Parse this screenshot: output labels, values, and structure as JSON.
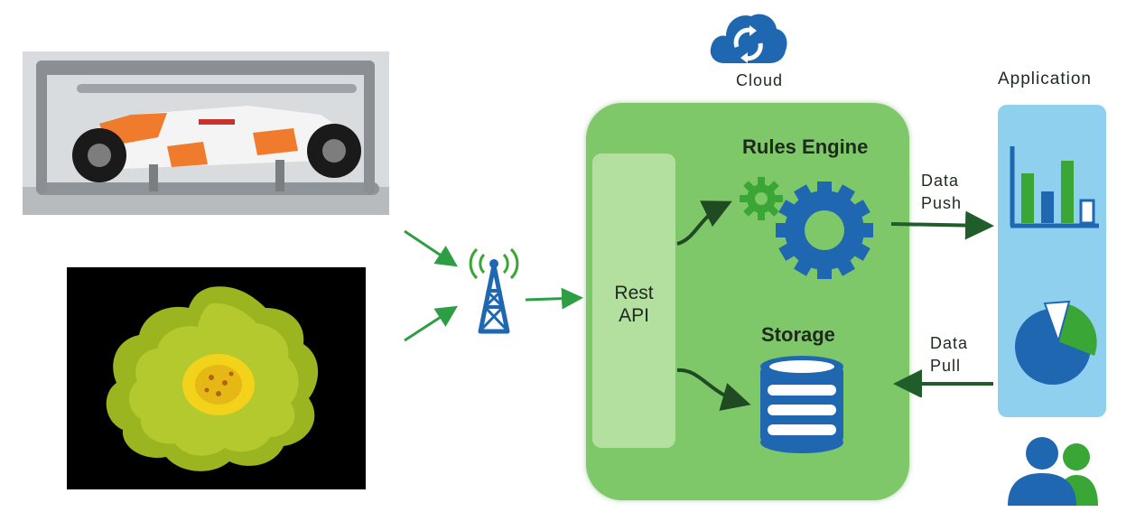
{
  "labels": {
    "cloud": "Cloud",
    "rules_engine": "Rules Engine",
    "storage": "Storage",
    "rest_api_line1": "Rest",
    "rest_api_line2": "API",
    "application": "Application",
    "data_push_line1": "Data",
    "data_push_line2": "Push",
    "data_pull_line1": "Data",
    "data_pull_line2": "Pull"
  },
  "icons": {
    "cloud": "cloud-sync-icon",
    "tower": "radio-tower-icon",
    "gears": "gears-icon",
    "database": "database-icon",
    "bar_chart": "bar-chart-icon",
    "pie_chart": "pie-chart-icon",
    "users": "users-icon"
  },
  "colors": {
    "cloud_panel": "#7ec86a",
    "rest_panel": "#b3df9f",
    "app_panel": "#8fd0ef",
    "accent_blue": "#1f67b1",
    "accent_green": "#3aa635",
    "arrow_dark_green": "#1f5e2a",
    "arrow_green": "#2e9e45"
  },
  "photos": {
    "top": "race-car-on-test-stand",
    "bottom": "slime-mold-culture"
  }
}
